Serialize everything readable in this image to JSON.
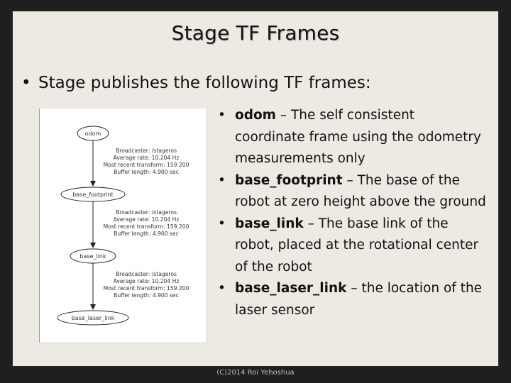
{
  "slide": {
    "title": "Stage TF Frames",
    "main_bullet": "Stage publishes the following TF frames:",
    "bullet_symbol": "•",
    "items": [
      {
        "term": "odom",
        "desc": " – The self consistent coordinate frame using the odometry measurements only"
      },
      {
        "term": "base_footprint",
        "desc": " – The base of the robot at zero height above the ground"
      },
      {
        "term": "base_link",
        "desc": " – The base link of the robot, placed at the rotational center of the robot"
      },
      {
        "term": "base_laser_link",
        "desc": " – the location of the laser sensor"
      }
    ],
    "footer": "(C)2014 Roi Yehoshua"
  },
  "diagram": {
    "nodes": [
      "odom",
      "base_footprint",
      "base_link",
      "base_laser_link"
    ],
    "edges": [
      [
        "Broadcaster: /stageros",
        "Average rate: 10.204 Hz",
        "Most recent transform: 159.200",
        "Buffer length: 4.900 sec"
      ],
      [
        "Broadcaster: /stageros",
        "Average rate: 10.204 Hz",
        "Most recent transform: 159.200",
        "Buffer length: 4.900 sec"
      ],
      [
        "Broadcaster: /stageros",
        "Average rate: 10.204 Hz",
        "Most recent transform: 159.200",
        "Buffer length: 4.900 sec"
      ]
    ]
  }
}
